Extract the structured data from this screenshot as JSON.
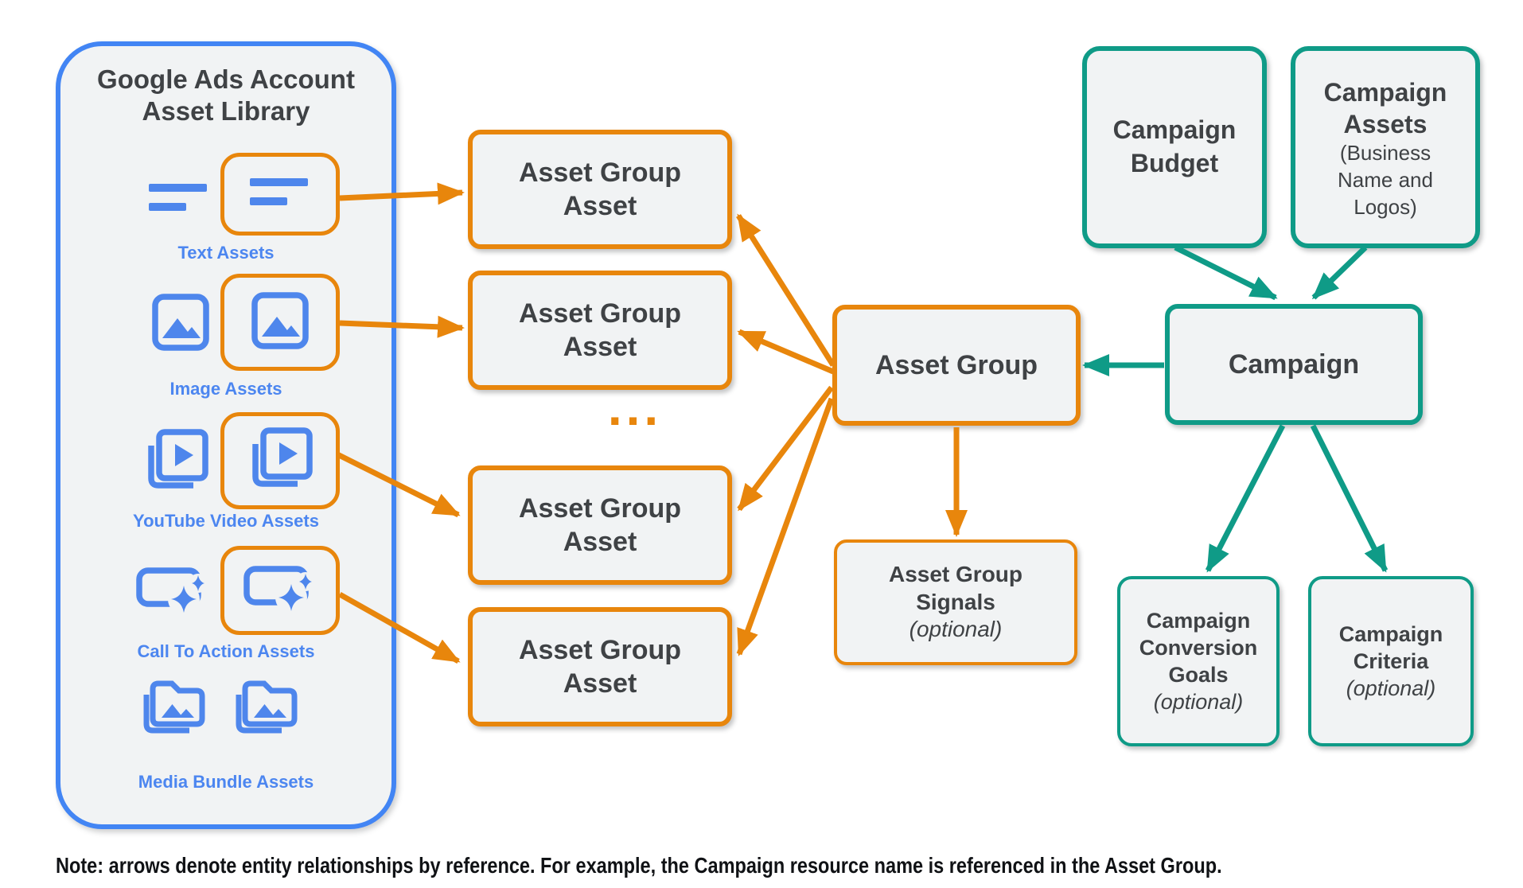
{
  "colors": {
    "orange": "#E8860C",
    "teal": "#0F9B87",
    "container_blue": "#4285F4",
    "icon_blue": "#4E86EC",
    "box_fill": "#F1F3F4",
    "text_dark": "#3F4245"
  },
  "library": {
    "title_line1": "Google Ads Account",
    "title_line2": "Asset Library",
    "groups": [
      {
        "label": "Text Assets",
        "icon": "text-asset-icon"
      },
      {
        "label": "Image Assets",
        "icon": "image-asset-icon"
      },
      {
        "label": "YouTube Video  Assets",
        "icon": "youtube-video-asset-icon"
      },
      {
        "label": "Call To Action Assets",
        "icon": "call-to-action-asset-icon"
      },
      {
        "label": "Media Bundle  Assets",
        "icon": "media-bundle-asset-icon"
      }
    ]
  },
  "aga": {
    "line1": "Asset Group",
    "line2": "Asset",
    "ellipsis": "..."
  },
  "asset_group": {
    "label": "Asset Group"
  },
  "signals": {
    "line1": "Asset Group",
    "line2": "Signals",
    "optional": "(optional)"
  },
  "budget": {
    "line1": "Campaign",
    "line2": "Budget"
  },
  "campaign_assets": {
    "line1": "Campaign",
    "line2": "Assets",
    "sub1": "(Business",
    "sub2": "Name and",
    "sub3": "Logos)"
  },
  "campaign": {
    "label": "Campaign"
  },
  "goals": {
    "line1": "Campaign",
    "line2": "Conversion",
    "line3": "Goals",
    "optional": "(optional)"
  },
  "criteria": {
    "line1": "Campaign",
    "line2": "Criteria",
    "optional": "(optional)"
  },
  "note": {
    "text": "Note: arrows denote entity relationships by reference. For example, the Campaign resource name is referenced in the Asset Group."
  }
}
